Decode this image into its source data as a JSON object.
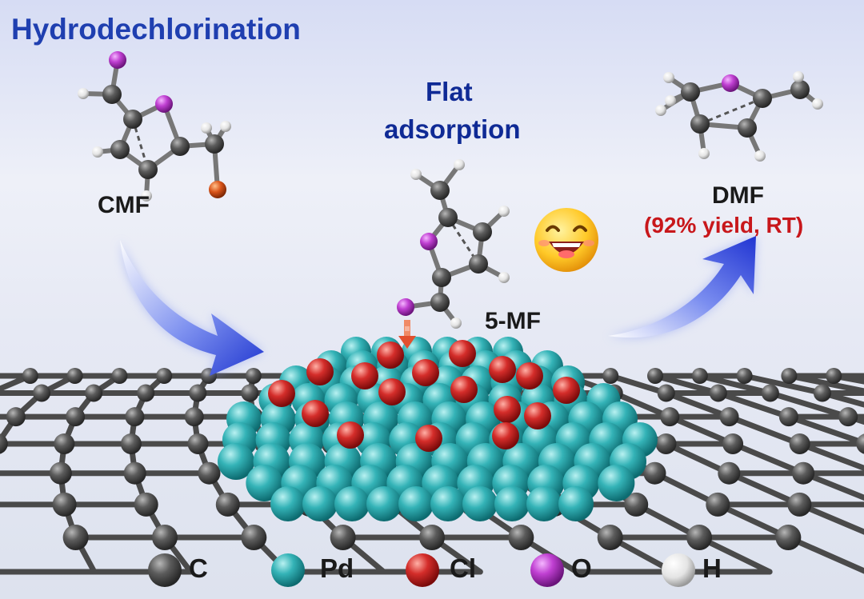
{
  "labels": {
    "title": "Hydrodechlorination",
    "cmf": "CMF",
    "flat_adsorption_line1": "Flat",
    "flat_adsorption_line2": "adsorption",
    "dmf": "DMF",
    "dmf_yield": "(92% yield, RT)",
    "intermediate": "5-MF"
  },
  "legend": [
    {
      "symbol": "C",
      "color": "#555555"
    },
    {
      "symbol": "Pd",
      "color": "#2fb3b8"
    },
    {
      "symbol": "Cl",
      "color": "#d12b2b"
    },
    {
      "symbol": "O",
      "color": "#b03fc4"
    },
    {
      "symbol": "H",
      "color": "#e8e8e8"
    }
  ],
  "colors": {
    "title": "#1f3fb0",
    "flat_adsorption": "#0f2a95",
    "yield": "#c8171b",
    "arrow": "#2f45d6",
    "adsorption_arrow": "#e2502f"
  },
  "icons": [
    "happy-face-emoji-icon",
    "reaction-arrow-icon",
    "adsorption-arrow-icon"
  ]
}
